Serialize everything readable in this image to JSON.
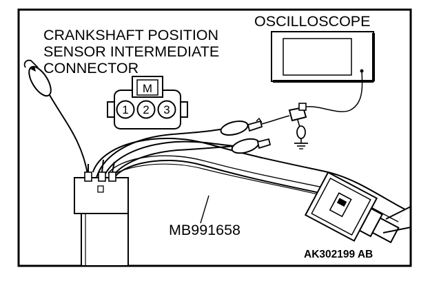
{
  "figure": {
    "label_sensor": [
      "CRANKSHAFT POSITION",
      "SENSOR INTERMEDIATE",
      "CONNECTOR"
    ],
    "label_oscilloscope": "OSCILLOSCOPE",
    "connector_key": "M",
    "connector_pins": [
      "1",
      "2",
      "3"
    ],
    "harness_label": "MB991658",
    "figure_code": "AK302199 AB"
  }
}
